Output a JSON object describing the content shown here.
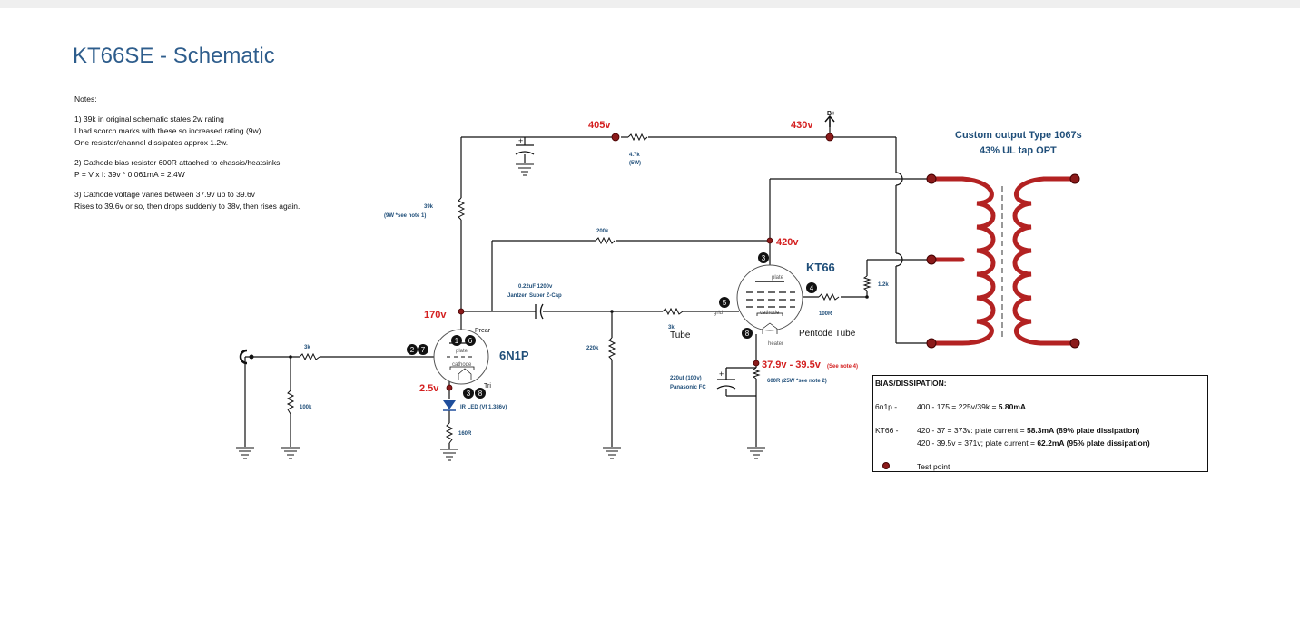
{
  "title": "KT66SE - Schematic",
  "notes": {
    "heading": "Notes:",
    "n1": [
      "1) 39k in original schematic states 2w rating",
      "I had scorch marks with these so increased rating (9w).",
      "One resistor/channel dissipates approx 1.2w."
    ],
    "n2": [
      "2) Cathode bias resistor 600R attached to chassis/heatsinks",
      "P = V x I: 39v * 0.061mA = 2.4W"
    ],
    "n3": [
      "3) Cathode voltage varies between 37.9v up to 39.6v",
      "Rises to 39.6v or so, then drops suddenly to 38v, then rises again."
    ]
  },
  "voltages": {
    "v405": "405v",
    "v430": "430v",
    "v420": "420v",
    "v170": "170v",
    "v25": "2.5v",
    "vcath": "37.9v - 39.5v",
    "vcath_note": "(See note 4)"
  },
  "components": {
    "bplus": "B+",
    "r47k": "4.7k",
    "r47k_w": "(5W)",
    "r39k": "39k",
    "r39k_note": "(9W *see note 1)",
    "r200k": "200k",
    "cap_022": "0.22uF 1200v",
    "cap_022_b": "Jantzen Super Z-Cap",
    "r3k_in": "3k",
    "r100k": "100k",
    "r220k": "220k",
    "r3k_grid": "3k",
    "tube_frag": "Tube",
    "r100r": "100R",
    "r12k": "1.2k",
    "cap220": "220uf (100v)",
    "cap220_b": "Panasonic FC",
    "r600r": "600R (25W *see note 2)",
    "led": "IR LED (Vf  1.386v)",
    "r160r": "160R",
    "tube1": "6N1P",
    "tube2": "KT66",
    "pentode": "Pentode Tube",
    "prea": "Prear",
    "tri": "Tri",
    "plate": "plate",
    "cathode": "cathode",
    "grid": "grid",
    "heater": "heater",
    "opt_title": "Custom output Type 1067s",
    "opt_sub": "43% UL tap OPT"
  },
  "pins": {
    "p1": "1",
    "p6": "6",
    "p2": "2",
    "p7": "7",
    "p3": "3",
    "p8": "8",
    "kt3": "3",
    "kt4": "4",
    "kt5": "5",
    "kt8": "8"
  },
  "bias": {
    "heading": "BIAS/DISSIPATION:",
    "tube1_label": "6n1p -",
    "tube1_calc": "400 - 175 = 225v/39k = ",
    "tube1_result": "5.80mA",
    "tube2_label": "KT66 -",
    "tube2_line1": "420 - 37 = 373v: plate current = ",
    "tube2_line1_result": "58.3mA (89% plate dissipation)",
    "tube2_line2": "420 - 39.5v = 371v; plate current = ",
    "tube2_line2_result": "62.2mA (95% plate dissipation)",
    "testpoint": "Test point"
  },
  "colors": {
    "title": "#2e5d8c",
    "voltage": "#d42020",
    "label_blue": "#1f4e79",
    "transformer": "#b32222"
  }
}
